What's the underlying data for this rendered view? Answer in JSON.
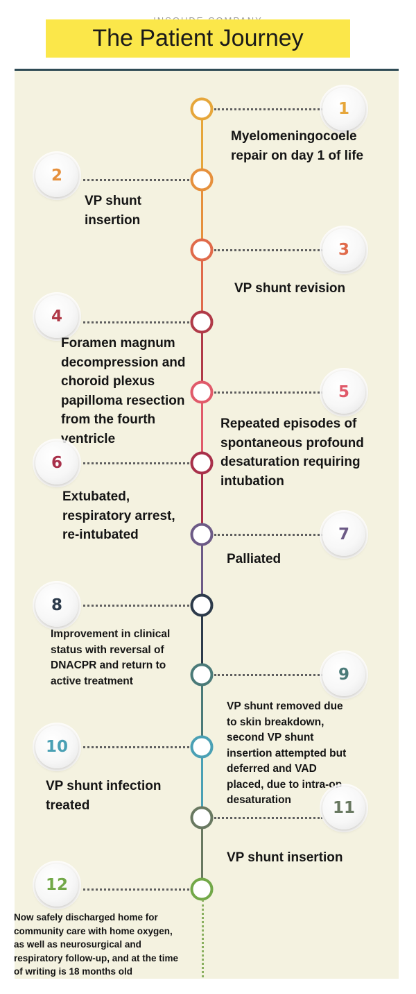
{
  "header": {
    "company": "INSOUDE COMPANY",
    "title": "The Patient Journey"
  },
  "colors": {
    "background": "#f4f2e0",
    "title_bg": "#fbe74a",
    "rule": "#2f4b55"
  },
  "steps": [
    {
      "number": "1",
      "color": "#e6a63a",
      "lines": [
        "Myelomeningocoele",
        "repair on day 1 of life"
      ]
    },
    {
      "number": "2",
      "color": "#e6903c",
      "lines": [
        "VP shunt",
        "insertion"
      ]
    },
    {
      "number": "3",
      "color": "#e06a4a",
      "lines": [
        "VP shunt revision"
      ]
    },
    {
      "number": "4",
      "color": "#b03a48",
      "lines": [
        "Foramen magnum",
        "decompression and",
        "choroid plexus",
        "papilloma resection",
        "from the fourth",
        "ventricle"
      ]
    },
    {
      "number": "5",
      "color": "#e05a6a",
      "lines": [
        "Repeated episodes of",
        "spontaneous profound",
        "desaturation requiring",
        "intubation"
      ]
    },
    {
      "number": "6",
      "color": "#a8304a",
      "lines": [
        "Extubated,",
        "respiratory arrest,",
        "re-intubated"
      ]
    },
    {
      "number": "7",
      "color": "#6c5a86",
      "lines": [
        "Palliated"
      ]
    },
    {
      "number": "8",
      "color": "#2c3a4a",
      "lines": [
        "Improvement in clinical",
        "status with reversal of",
        "DNACPR and return to",
        "active treatment"
      ]
    },
    {
      "number": "9",
      "color": "#4a7a78",
      "lines": [
        "VP shunt removed due",
        "to skin breakdown,",
        "second VP shunt",
        "insertion attempted but",
        "deferred and VAD",
        "placed, due to intra-op",
        "desaturation"
      ]
    },
    {
      "number": "10",
      "color": "#4aa0b4",
      "lines": [
        "VP shunt infection",
        "treated"
      ]
    },
    {
      "number": "11",
      "color": "#687860",
      "lines": [
        "VP shunt insertion"
      ]
    },
    {
      "number": "12",
      "color": "#72a848",
      "lines": [
        "Now safely discharged home for",
        "community care with home oxygen,",
        "as well as neurosurgical and",
        "respiratory follow-up, and at the time",
        "of writing is 18 months old"
      ]
    }
  ]
}
